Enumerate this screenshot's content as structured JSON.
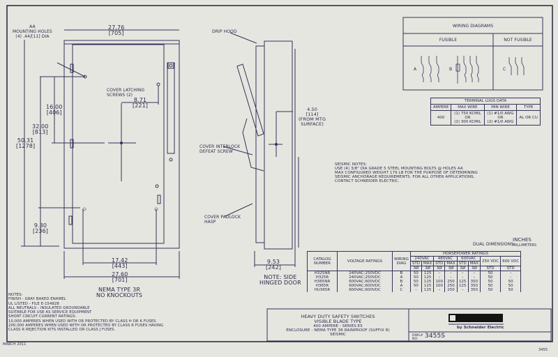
{
  "front_view": {
    "mounting_holes_label": [
      "AA",
      "MOUNTING HOLES",
      "(4) .44/[11] DIA"
    ],
    "dim_width_top": [
      "27.76",
      "[705]"
    ],
    "cover_latching_label": [
      "COVER LATCHING",
      "SCREWS (2)"
    ],
    "dim_latch": [
      "8.71",
      "[221]"
    ],
    "dim_16": [
      "16.00",
      "[406]"
    ],
    "dim_32": [
      "32.00",
      "[813]"
    ],
    "dim_50": [
      "50.31",
      "[1278]"
    ],
    "dim_9": [
      "9.30",
      "[236]"
    ],
    "dim_17": [
      "17.42",
      "[443]"
    ],
    "dim_width_bottom": [
      "27.60",
      "[701]"
    ],
    "title": [
      "NEMA TYPE 3R",
      "NO KNOCKOUTS"
    ]
  },
  "side_view": {
    "drip_hood": "DRIP HOOD",
    "dim_depth": [
      "4.50",
      "[114]",
      "(FROM MTG",
      "SURFACE)"
    ],
    "interlock": [
      "COVER INTERLOCK",
      "DEFEAT SCREW"
    ],
    "padlock": [
      "COVER PADLOCK",
      "HASP"
    ],
    "dim_side": [
      "9.53",
      "[242]"
    ],
    "note": [
      "NOTE: SIDE",
      "HINGED DOOR"
    ]
  },
  "wiring": {
    "title": "WIRING DIAGRAMS",
    "fusible": "FUSIBLE",
    "not_fusible": "NOT FUSIBLE",
    "labels": [
      "A",
      "B",
      "C"
    ]
  },
  "lugs": {
    "title": "TERMINAL LUGS DATA",
    "headers": [
      "AMPERE",
      "MAX WIRE",
      "MIN WIRE",
      "TYPE"
    ],
    "ampere": "400",
    "max_wire": [
      "(1) 750 KCMIL",
      "OR",
      "(2) 300 KCMIL"
    ],
    "min_wire": [
      "(1) #1/0 AWG",
      "OR",
      "(2) #1/0 AWG"
    ],
    "type": "AL OR CU"
  },
  "seismic": [
    "SEISMIC NOTES:",
    "USE (4) 3/8\" DIA GRADE 5 STEEL MOUNTING BOLTS @ HOLES AA",
    "MAX CONFIGURED WEIGHT 179 LB FOR THE PURPOSE OF DETERMINING",
    " SEISMIC ANCHORAGE REQUIREMENTS. FOR ALL OTHER APPLICATIONS,",
    " CONTACT SCHNEIDER ELECTRIC."
  ],
  "dual_dimensions": {
    "label": "DUAL DIMENSIONS:",
    "top": "INCHES",
    "bottom": "MILLIMETERS"
  },
  "hp_table": {
    "col_catalog": "CATALOG NUMBER",
    "col_voltage": "VOLTAGE RATINGS",
    "col_diag": "WIRING DIAG",
    "hp_title": "HORSEPOWER RATINGS",
    "groups": [
      "240VAC",
      "480VAC",
      "600VAC",
      "250 VDC",
      "600 VDC"
    ],
    "sub": [
      "STD",
      "MAX",
      "STD",
      "MAX",
      "STD",
      "MAX"
    ],
    "dc_sub": [
      "STD",
      "STD"
    ],
    "phase": [
      "3Ø",
      "3Ø",
      "3Ø",
      "3Ø",
      "3Ø",
      "3Ø"
    ],
    "rows": [
      [
        "H325NR",
        "240VAC;250VDC",
        "B",
        "50",
        "125",
        "–",
        "–",
        "–",
        "–",
        "50",
        "–"
      ],
      [
        "H325R",
        "240VAC;250VDC",
        "A",
        "50",
        "125",
        "–",
        "–",
        "–",
        "–",
        "50",
        "–"
      ],
      [
        "H365NR",
        "600VAC;600VDC",
        "B",
        "50",
        "125",
        "100",
        "250",
        "125",
        "350",
        "50",
        "50"
      ],
      [
        "H365R",
        "600VAC;600VDC",
        "A",
        "50",
        "125",
        "100",
        "250",
        "125",
        "350",
        "50",
        "50"
      ],
      [
        "HU365R",
        "600VAC;600VDC",
        "C",
        "–",
        "125",
        "–",
        "250",
        "–",
        "350",
        "50",
        "50"
      ]
    ]
  },
  "notes": [
    "NOTES:",
    "FINISH - GRAY BAKED ENAMEL",
    "UL LISTED - FILE E-154828",
    "ALL NEUTRALS - INSULATED GROUNDABLE",
    "SUITABLE FOR USE AS SERVICE EQUIPMENT",
    "SHORT CIRCUIT CURRENT RATINGS:",
    "  10,000 AMPERES WHEN USED WITH OR PROTECTED BY CLASS H OR K FUSES.",
    "  200,000 AMPERES WHEN USED WITH OR PROTECTED BY CLASS R FUSES HAVING",
    "   CLASS R REJECTION KITS INSTALLED OR CLASS J FUSES."
  ],
  "title_block": {
    "lines": [
      "HEAVY DUTY SAFETY SWITCHES",
      "VISIBLE BLADE TYPE",
      "400 AMPERE - SERIES E5",
      "ENCLOSURE - NEMA TYPE 3R RAINPROOF (SUFFIX R)",
      "SEISMIC"
    ],
    "brand": "by Schneider Electric",
    "dwg_label": "DWG# NO.",
    "dwg_no": "3455S"
  },
  "date": "MARCH 2011",
  "page_ref": "3455"
}
